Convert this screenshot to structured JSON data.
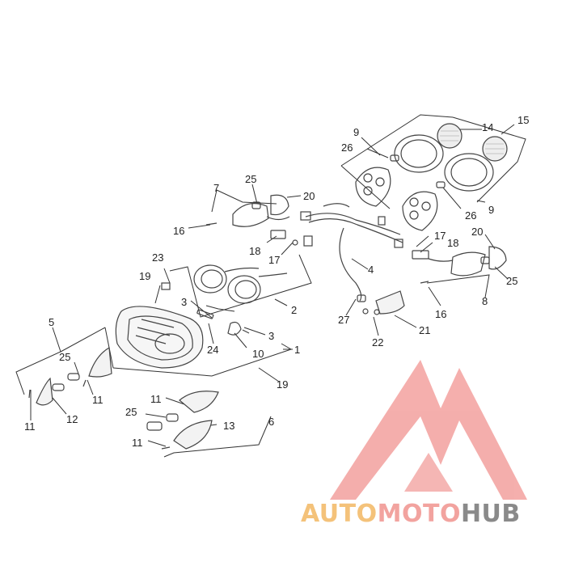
{
  "callouts": [
    {
      "id": "c1",
      "text": "1"
    },
    {
      "id": "c2",
      "text": "2"
    },
    {
      "id": "c3a",
      "text": "3"
    },
    {
      "id": "c3b",
      "text": "3"
    },
    {
      "id": "c4",
      "text": "4"
    },
    {
      "id": "c5",
      "text": "5"
    },
    {
      "id": "c6",
      "text": "6"
    },
    {
      "id": "c7",
      "text": "7"
    },
    {
      "id": "c8",
      "text": "8"
    },
    {
      "id": "c9a",
      "text": "9"
    },
    {
      "id": "c9b",
      "text": "9"
    },
    {
      "id": "c10",
      "text": "10"
    },
    {
      "id": "c11a",
      "text": "11"
    },
    {
      "id": "c11b",
      "text": "11"
    },
    {
      "id": "c11c",
      "text": "11"
    },
    {
      "id": "c11d",
      "text": "11"
    },
    {
      "id": "c12",
      "text": "12"
    },
    {
      "id": "c13",
      "text": "13"
    },
    {
      "id": "c14",
      "text": "14"
    },
    {
      "id": "c15",
      "text": "15"
    },
    {
      "id": "c16a",
      "text": "16"
    },
    {
      "id": "c16b",
      "text": "16"
    },
    {
      "id": "c17a",
      "text": "17"
    },
    {
      "id": "c17b",
      "text": "17"
    },
    {
      "id": "c18a",
      "text": "18"
    },
    {
      "id": "c18b",
      "text": "18"
    },
    {
      "id": "c19a",
      "text": "19"
    },
    {
      "id": "c19b",
      "text": "19"
    },
    {
      "id": "c20a",
      "text": "20"
    },
    {
      "id": "c20b",
      "text": "20"
    },
    {
      "id": "c21",
      "text": "21"
    },
    {
      "id": "c22",
      "text": "22"
    },
    {
      "id": "c23",
      "text": "23"
    },
    {
      "id": "c24",
      "text": "24"
    },
    {
      "id": "c25a",
      "text": "25"
    },
    {
      "id": "c25b",
      "text": "25"
    },
    {
      "id": "c25c",
      "text": "25"
    },
    {
      "id": "c25d",
      "text": "25"
    },
    {
      "id": "c26a",
      "text": "26"
    },
    {
      "id": "c26b",
      "text": "26"
    },
    {
      "id": "c27",
      "text": "27"
    }
  ],
  "watermark": {
    "part1": "AUTO",
    "part2": "MOTO",
    "part3": "HUB",
    "colors": {
      "auto": "#f4c27a",
      "moto": "#f2a39f",
      "hub": "#8a8a8a",
      "mark": "#f29b98"
    }
  }
}
